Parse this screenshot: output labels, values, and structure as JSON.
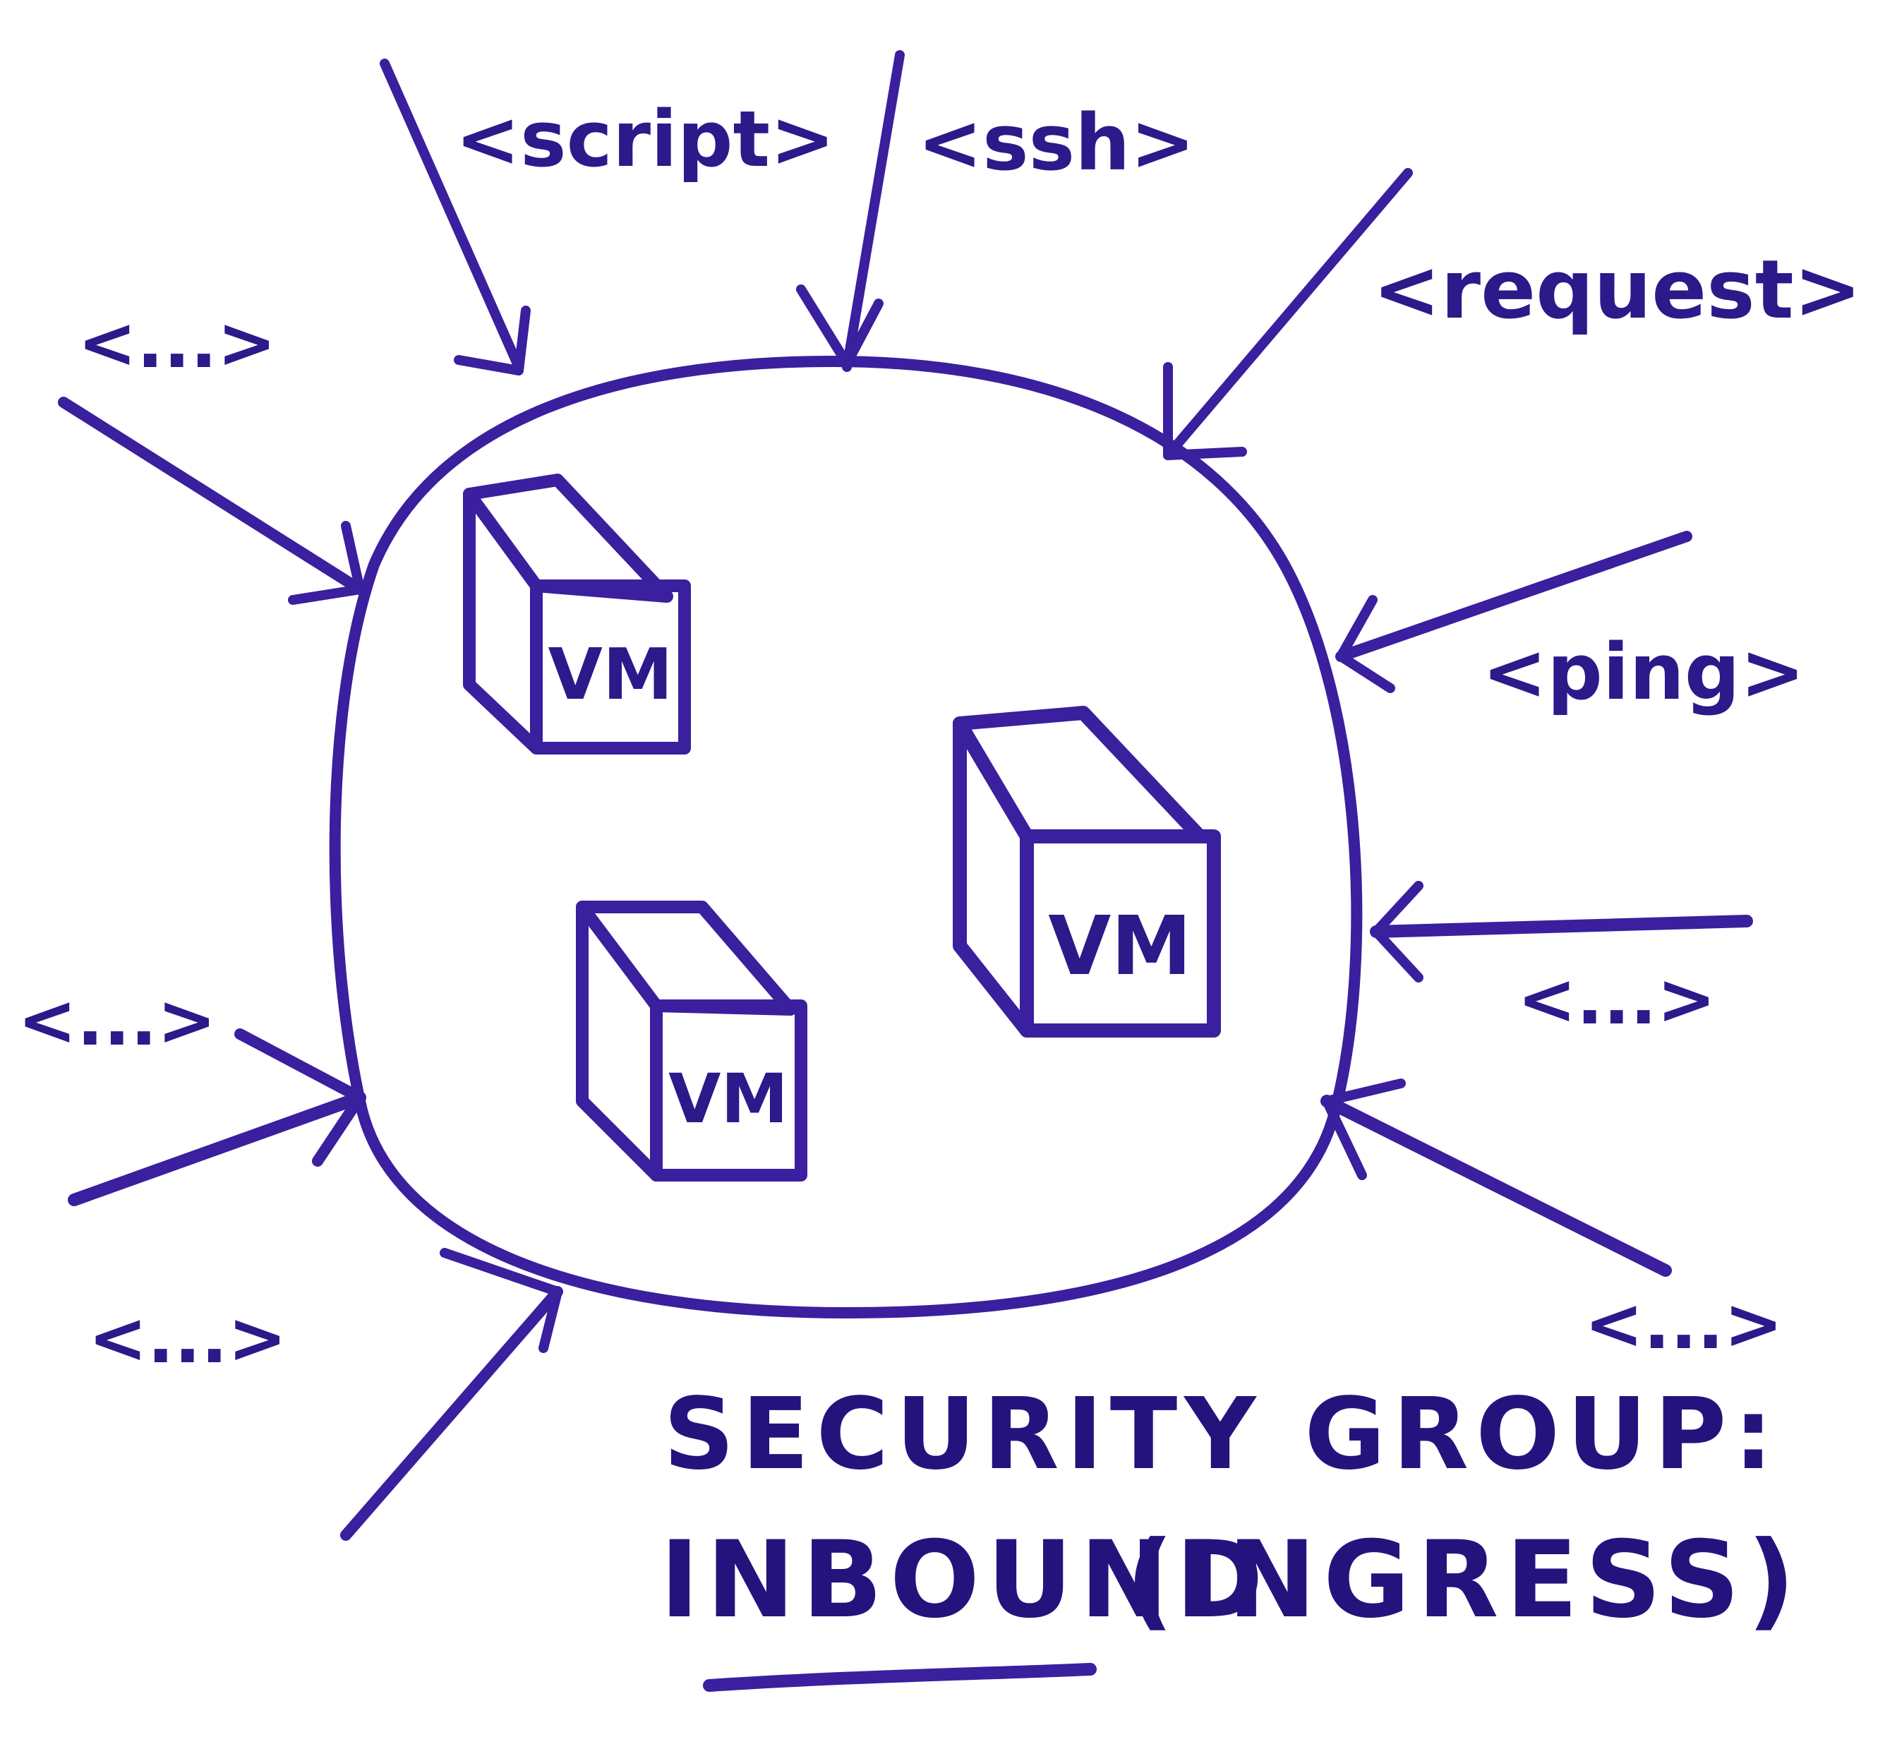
{
  "colors": {
    "ink": "#3a1f9e",
    "text": "#2a1a8a",
    "background": "#ffffff"
  },
  "labels": {
    "script": "<script>",
    "ssh": "<ssh>",
    "request": "<request>",
    "ping": "<ping>",
    "ellipsis_top_left": "<...>",
    "ellipsis_middle_left": "<...>",
    "ellipsis_bottom_left": "<...>",
    "ellipsis_middle_right": "<...>",
    "ellipsis_bottom_right": "<...>"
  },
  "vms": [
    {
      "label": "VM"
    },
    {
      "label": "VM"
    },
    {
      "label": "VM"
    }
  ],
  "title": {
    "line1": "SECURITY GROUP:",
    "line2_main": "INBOUND",
    "line2_paren": "(INGRESS)"
  }
}
